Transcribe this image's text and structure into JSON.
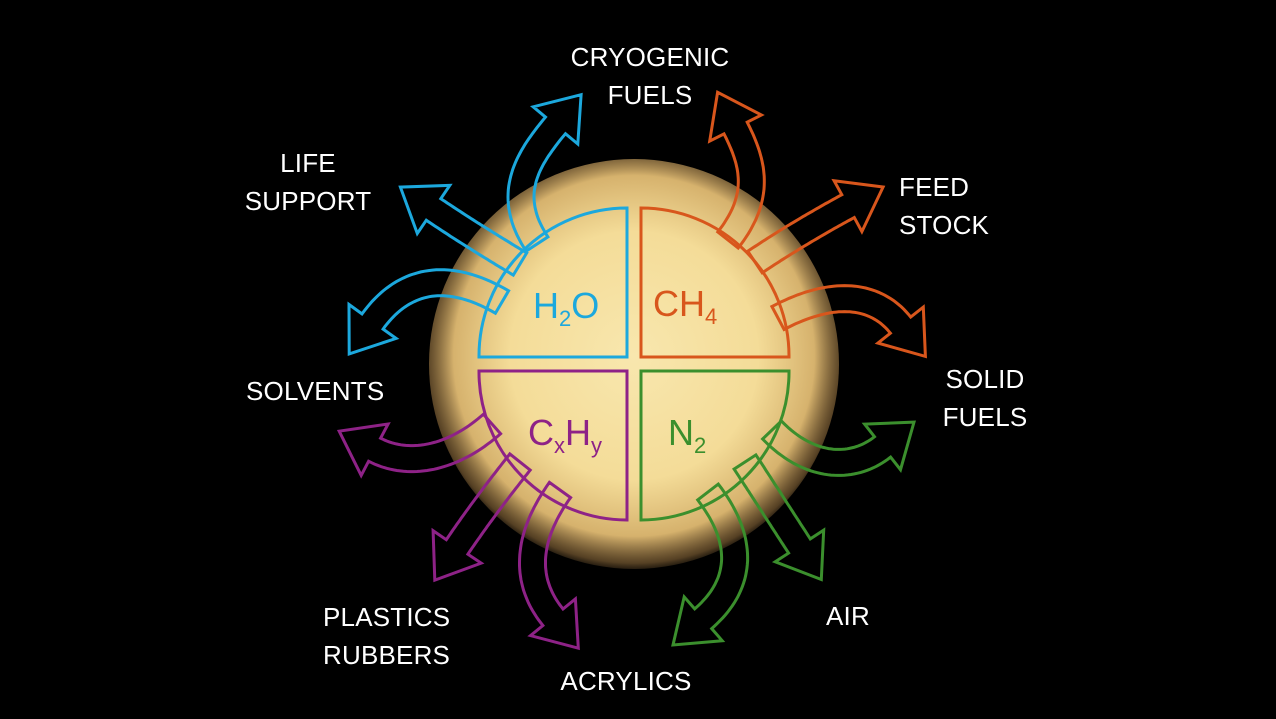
{
  "colors": {
    "background": "#000000",
    "globe_core": "#f6e2a4",
    "globe_edge": "#c9a25e",
    "water": "#1ca8dd",
    "methane": "#d8561c",
    "hydrocarbons": "#8e2287",
    "nitrogen": "#3b8f2d",
    "label": "#ffffff"
  },
  "quadrants": {
    "water": {
      "base": "H",
      "sub": "2",
      "tail": "O"
    },
    "methane": {
      "base": "CH",
      "sub": "4"
    },
    "hydrocarbons": {
      "c": "C",
      "x": "x",
      "h": "H",
      "y": "y"
    },
    "nitrogen": {
      "base": "N",
      "sub": "2"
    }
  },
  "labels": {
    "cryogenic_fuels": [
      "CRYOGENIC",
      "FUELS"
    ],
    "life_support": [
      "LIFE",
      "SUPPORT"
    ],
    "feed_stock": [
      "FEED",
      "STOCK"
    ],
    "solvents": [
      "SOLVENTS"
    ],
    "solid_fuels": [
      "SOLID",
      "FUELS"
    ],
    "plastics_rubbers": [
      "PLASTICS",
      "RUBBERS"
    ],
    "acrylics": [
      "ACRYLICS"
    ],
    "air": [
      "AIR"
    ]
  }
}
